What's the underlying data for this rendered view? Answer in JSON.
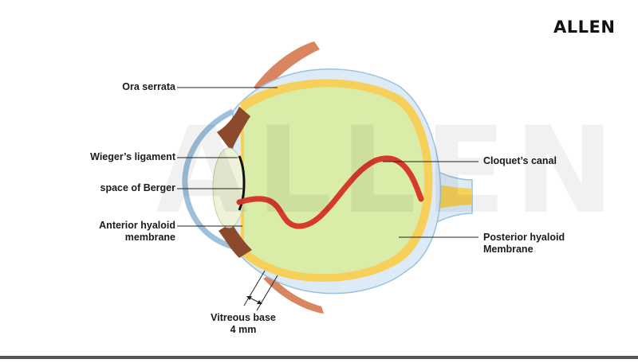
{
  "brand": {
    "logo_text": "ALLEN",
    "watermark_text": "ALLEN"
  },
  "labels": {
    "ora_serrata": "Ora serrata",
    "wiegers_ligament": "Wieger’s ligament",
    "space_of_berger": "space of Berger",
    "anterior_hyaloid_line1": "Anterior hyaloid",
    "anterior_hyaloid_line2": "membrane",
    "vitreous_base_line1": "Vitreous base",
    "vitreous_base_line2": "4 mm",
    "cloquets_canal": "Cloquet’s canal",
    "posterior_hyaloid_line1": "Posterior hyaloid",
    "posterior_hyaloid_line2": "Membrane"
  },
  "colors": {
    "sclera_fill": "#dcebf6",
    "sclera_stroke": "#9cc1dc",
    "retina": "#f6d05a",
    "vitreous": "#d9eca8",
    "canal": "#d63a2a",
    "muscle": "#d98560",
    "iris": "#8c4a2c",
    "lens": "#eef2d8",
    "cornea": "#9fc0da"
  }
}
